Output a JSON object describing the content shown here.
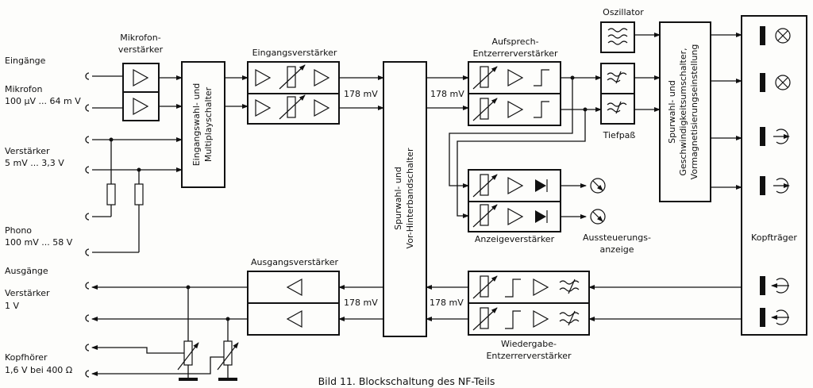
{
  "caption": "Bild 11. Blockschaltung des NF-Teils",
  "inputs": {
    "heading": "Eingänge",
    "mic_name": "Mikrofon",
    "mic_level": "100 µV ... 64 m V",
    "amp_name": "Verstärker",
    "amp_level": "5 mV ... 3,3 V",
    "phono_name": "Phono",
    "phono_level": "100 mV ... 58 V"
  },
  "outputs": {
    "heading": "Ausgänge",
    "amp_name": "Verstärker",
    "amp_level": "1 V",
    "phones_name": "Kopfhörer",
    "phones_level": "1,6 V bei 400 Ω"
  },
  "blocks": {
    "mic_amp_l1": "Mikrofon-",
    "mic_amp_l2": "verstärker",
    "input_select_l1": "Eingangswahl- und",
    "input_select_l2": "Multiplayschalter",
    "input_amp": "Eingangsverstärker",
    "track_select_l1": "Spurwahl- und",
    "track_select_l2": "Vor-Hinterbandschalter",
    "rec_eq_l1": "Aufsprech-",
    "rec_eq_l2": "Entzerrerverstärker",
    "oscillator": "Oszillator",
    "lowpass": "Tiefpaß",
    "speed_l1": "Spurwahl- und",
    "speed_l2": "Geschwindigkeitsumschalter,",
    "speed_l3": "Vormagnetisierungseinstellung",
    "head_carrier": "Kopfträger",
    "meter_amp": "Anzeigeverstärker",
    "level_meter_l1": "Aussteuerungs-",
    "level_meter_l2": "anzeige",
    "output_amp": "Ausgangsverstärker",
    "play_eq_l1": "Wiedergabe-",
    "play_eq_l2": "Entzerrerverstärker"
  },
  "levels": {
    "after_input_amp": "178 mV",
    "to_rec_eq": "178 mV",
    "before_output_amp": "178 mV",
    "from_play_eq": "178 mV"
  }
}
